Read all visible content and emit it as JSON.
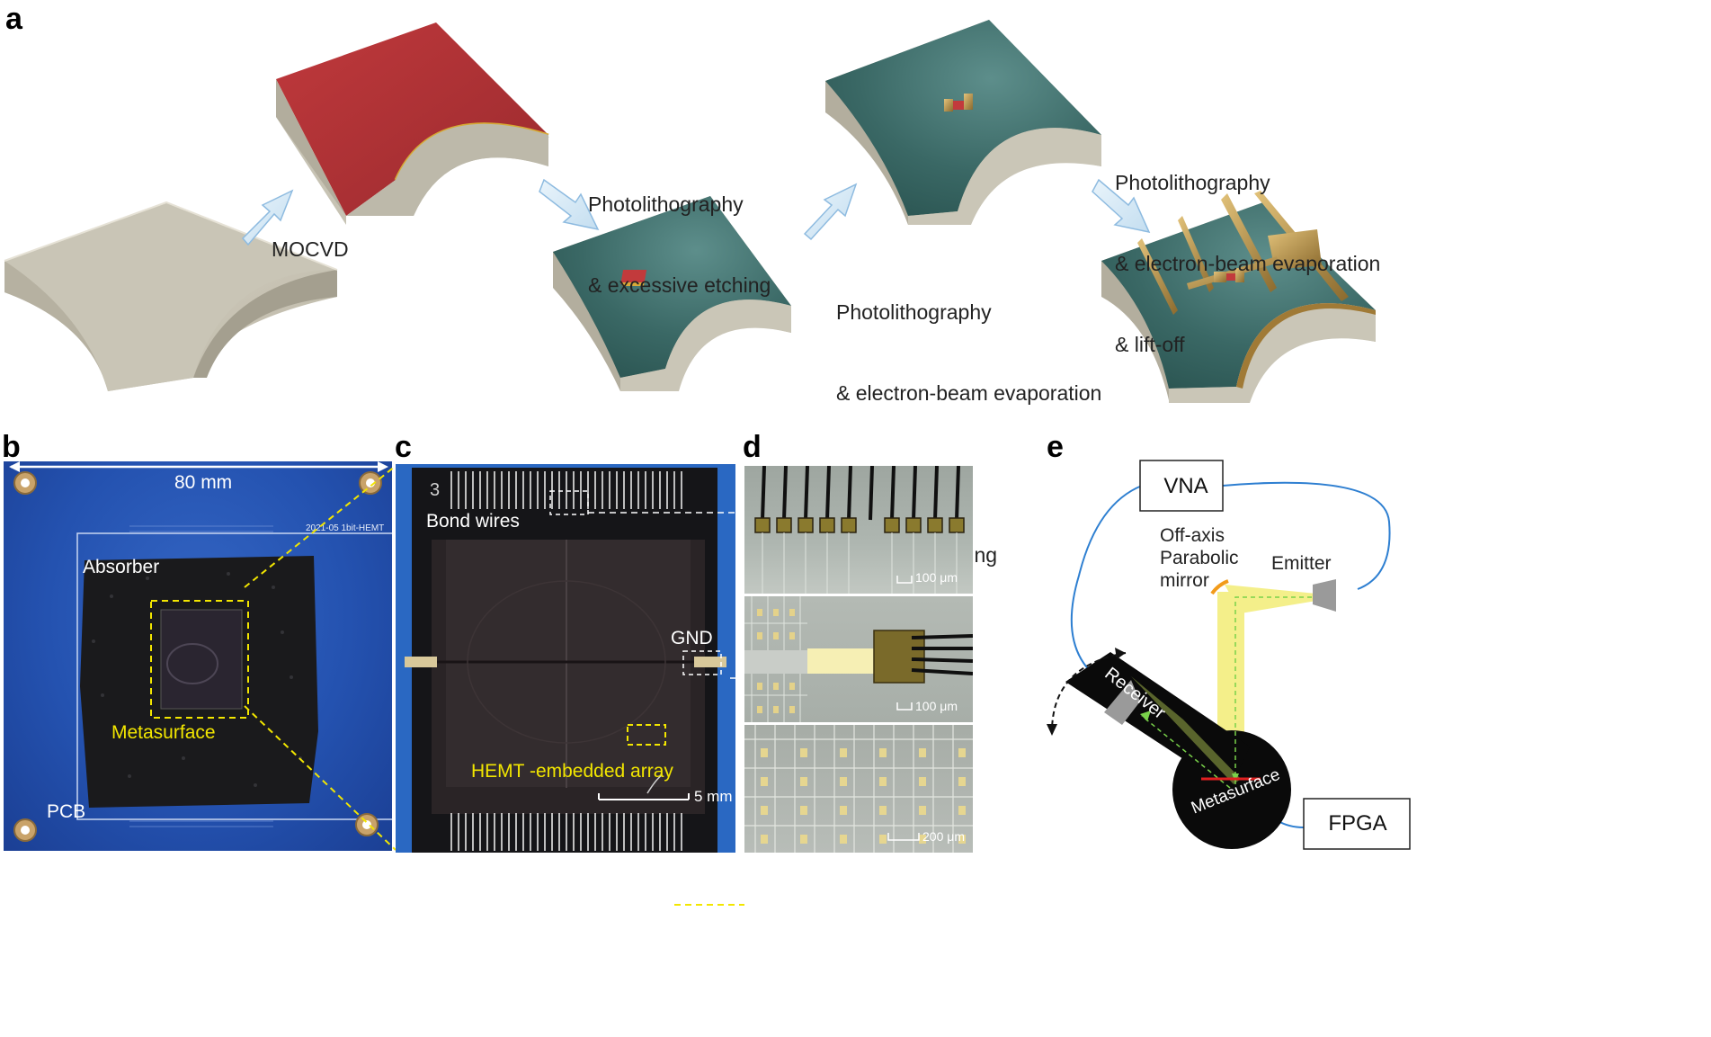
{
  "panels": {
    "a": "a",
    "b": "b",
    "c": "c",
    "d": "d",
    "e": "e"
  },
  "panel_a": {
    "mocvd": "MOCVD",
    "step2": [
      "Photolithography",
      "& excessive etching"
    ],
    "step3": [
      "Photolithography",
      "& electron-beam evaporation",
      "& lift-off",
      "& rapid annealing"
    ],
    "step4": [
      "Photolithography",
      "& electron-beam evaporation",
      "& lift-off"
    ]
  },
  "panel_b": {
    "width_label": "80 mm",
    "pcb_marking": "2021-05 1bit-HEMT",
    "absorber": "Absorber",
    "metasurface": "Metasurface",
    "pcb": "PCB"
  },
  "panel_c": {
    "chip_number": "3",
    "bond_wires": "Bond wires",
    "gnd": "GND",
    "array": "HEMT -embedded array",
    "scale": "5 mm"
  },
  "panel_d": {
    "scale_top": "100 μm",
    "scale_mid": "100 μm",
    "scale_bottom": "200 μm"
  },
  "panel_e": {
    "vna": "VNA",
    "mirror": [
      "Off-axis",
      "Parabolic",
      "mirror"
    ],
    "emitter": "Emitter",
    "receiver": "Receiver",
    "metasurface": "Metasurface",
    "fpga": "FPGA"
  },
  "colors": {
    "substrate": "#cfcbbd",
    "red_layer": "#b03034",
    "teal": "#3f6e6e",
    "gold": "#b8904a",
    "pcb_blue": "#2452b0",
    "annotation_yellow": "#f2e600",
    "beam_yellow": "#f4ef8a",
    "cable_blue": "#2e7fd1"
  }
}
